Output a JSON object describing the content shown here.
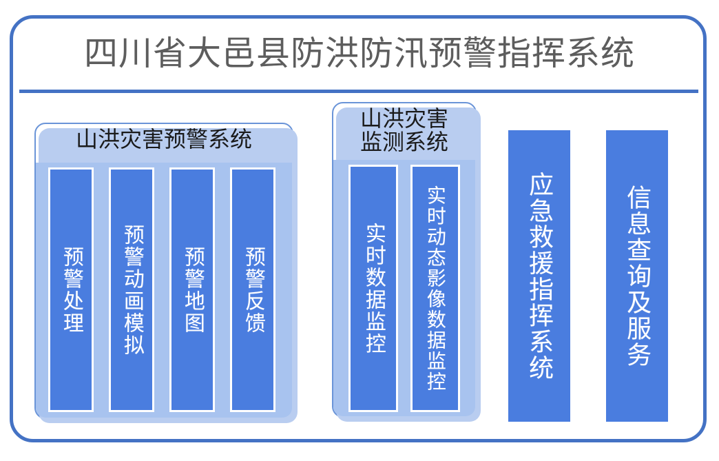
{
  "page": {
    "title": "四川省大邑县防洪防汛预警指挥系统",
    "accent_color": "#4472c4",
    "column_color": "#4a7ddf",
    "tray_color": "#a8c3ef",
    "title_color": "#5d5d5d"
  },
  "panels": [
    {
      "name": "mountain-flood-warning-system",
      "title": "山洪灾害预警系统",
      "columns": [
        {
          "label": "预警处理"
        },
        {
          "label": "预警动画模拟"
        },
        {
          "label": "预警地图"
        },
        {
          "label": "预警反馈"
        }
      ]
    },
    {
      "name": "mountain-flood-monitoring-system",
      "title": "山洪灾害\n监测系统",
      "columns": [
        {
          "label": "实时数据监控"
        },
        {
          "label": "实时动态影像数据监控"
        }
      ]
    }
  ],
  "standalone_columns": [
    {
      "label": "应急救援指挥系统"
    },
    {
      "label": "信息查询及服务"
    }
  ]
}
